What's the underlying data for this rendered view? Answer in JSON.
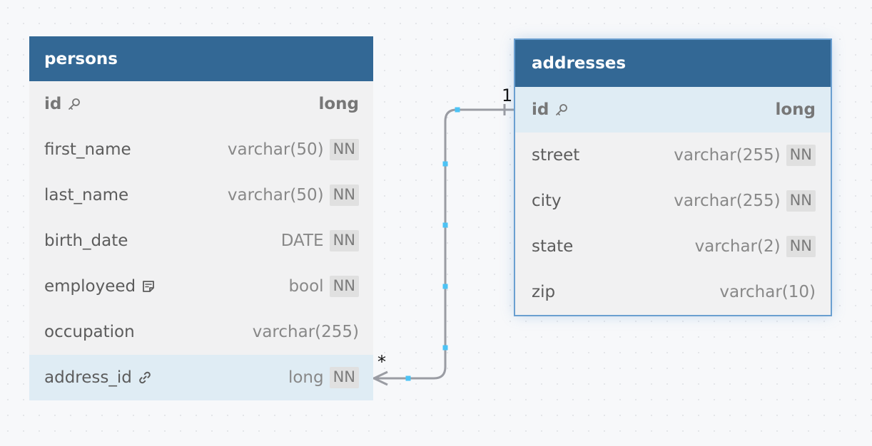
{
  "tables": [
    {
      "name": "persons",
      "columns": [
        {
          "name": "id",
          "type": "long",
          "not_null": false,
          "primary_key": true,
          "icon": "key-icon"
        },
        {
          "name": "first_name",
          "type": "varchar(50)",
          "not_null": true
        },
        {
          "name": "last_name",
          "type": "varchar(50)",
          "not_null": true
        },
        {
          "name": "birth_date",
          "type": "DATE",
          "not_null": true
        },
        {
          "name": "employeed",
          "type": "bool",
          "not_null": true,
          "icon": "note-icon"
        },
        {
          "name": "occupation",
          "type": "varchar(255)",
          "not_null": false
        },
        {
          "name": "address_id",
          "type": "long",
          "not_null": true,
          "icon": "link-icon",
          "highlighted": true
        }
      ]
    },
    {
      "name": "addresses",
      "selected": true,
      "columns": [
        {
          "name": "id",
          "type": "long",
          "not_null": false,
          "primary_key": true,
          "icon": "key-icon",
          "highlighted": true
        },
        {
          "name": "street",
          "type": "varchar(255)",
          "not_null": true
        },
        {
          "name": "city",
          "type": "varchar(255)",
          "not_null": true
        },
        {
          "name": "state",
          "type": "varchar(2)",
          "not_null": true
        },
        {
          "name": "zip",
          "type": "varchar(10)",
          "not_null": false
        }
      ]
    }
  ],
  "badges": {
    "not_null": "NN"
  },
  "relationship": {
    "from": "persons.address_id",
    "to": "addresses.id",
    "from_cardinality": "*",
    "to_cardinality": "1"
  },
  "colors": {
    "header": "#336895",
    "highlight_row": "#dfecf4",
    "connector": "#9a9ca3",
    "connector_dot": "#4cc3f5",
    "selection_outline": "#6a9fd0"
  }
}
